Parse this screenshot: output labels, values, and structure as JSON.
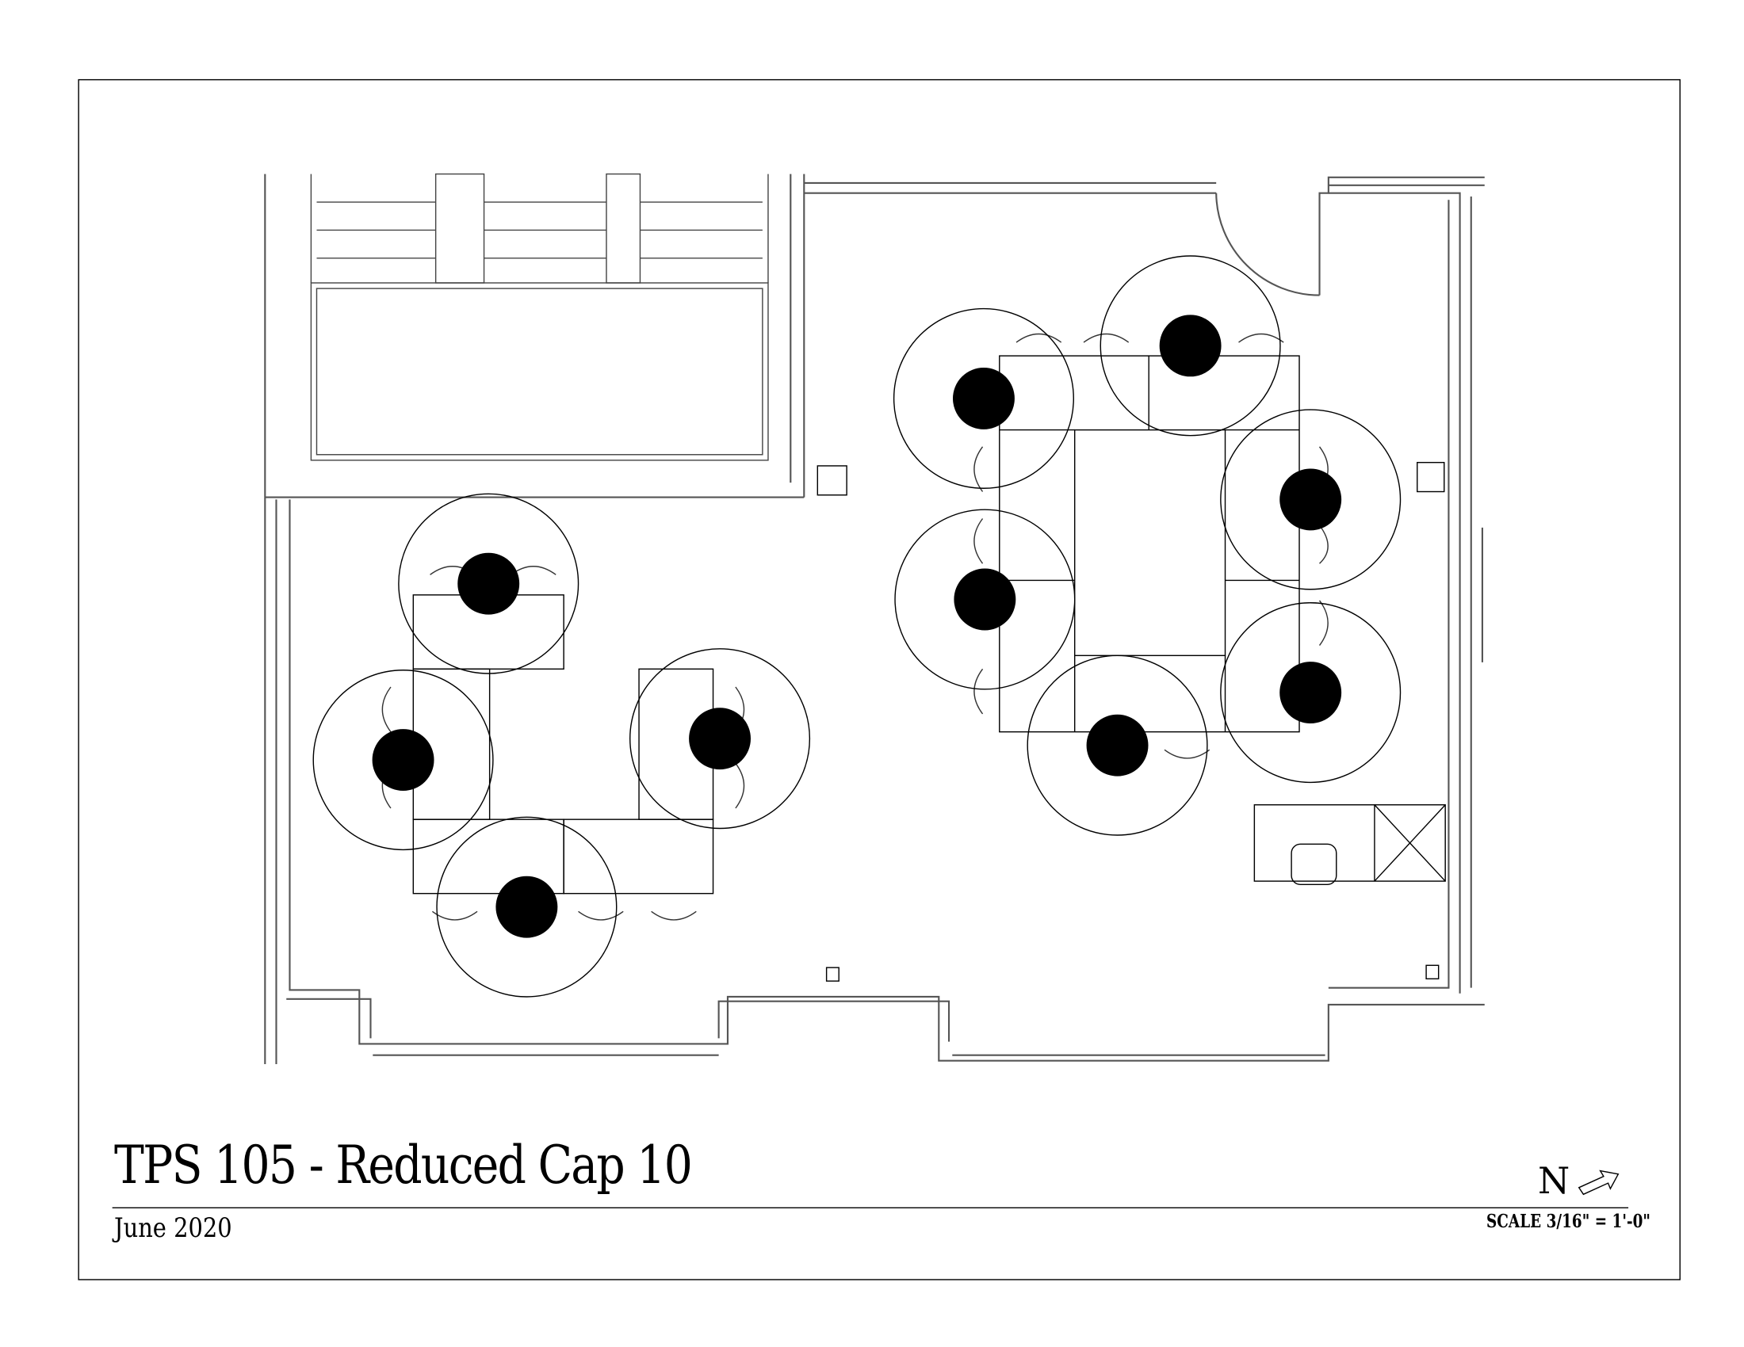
{
  "title_block": {
    "title": "TPS 105 - Reduced Cap 10",
    "date": "June 2020",
    "north_label": "N",
    "scale": "SCALE 3/16\" = 1'-0\""
  }
}
